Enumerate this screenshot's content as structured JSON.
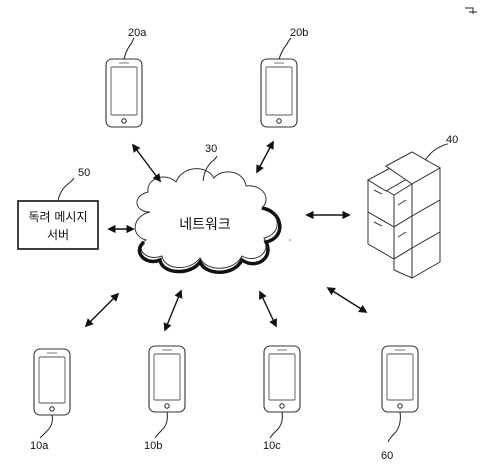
{
  "devices": {
    "d20a": {
      "label": "20a"
    },
    "d20b": {
      "label": "20b"
    },
    "d10a": {
      "label": "10a"
    },
    "d10b": {
      "label": "10b"
    },
    "d10c": {
      "label": "10c"
    },
    "d60": {
      "label": "60"
    }
  },
  "network": {
    "label": "30",
    "text": "네트워크"
  },
  "database": {
    "label": "40"
  },
  "server": {
    "label": "50",
    "line1": "독려 메시지",
    "line2": "서버"
  }
}
